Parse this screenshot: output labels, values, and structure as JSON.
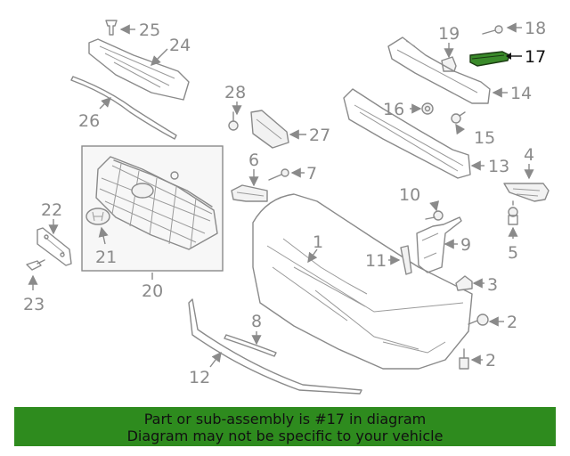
{
  "highlight_color": "#2e8b1e",
  "callouts": {
    "c1": "1",
    "c2a": "2",
    "c2b": "2",
    "c3": "3",
    "c4": "4",
    "c5": "5",
    "c6": "6",
    "c7": "7",
    "c8": "8",
    "c9": "9",
    "c10": "10",
    "c11": "11",
    "c12": "12",
    "c13": "13",
    "c14": "14",
    "c15": "15",
    "c16": "16",
    "c17": "17",
    "c18": "18",
    "c19": "19",
    "c20": "20",
    "c21": "21",
    "c22": "22",
    "c23": "23",
    "c24": "24",
    "c25": "25",
    "c26": "26",
    "c27": "27",
    "c28": "28"
  },
  "footer": {
    "line1": "Part or sub-assembly is #17 in diagram",
    "line2": "Diagram may not be specific to your vehicle"
  }
}
